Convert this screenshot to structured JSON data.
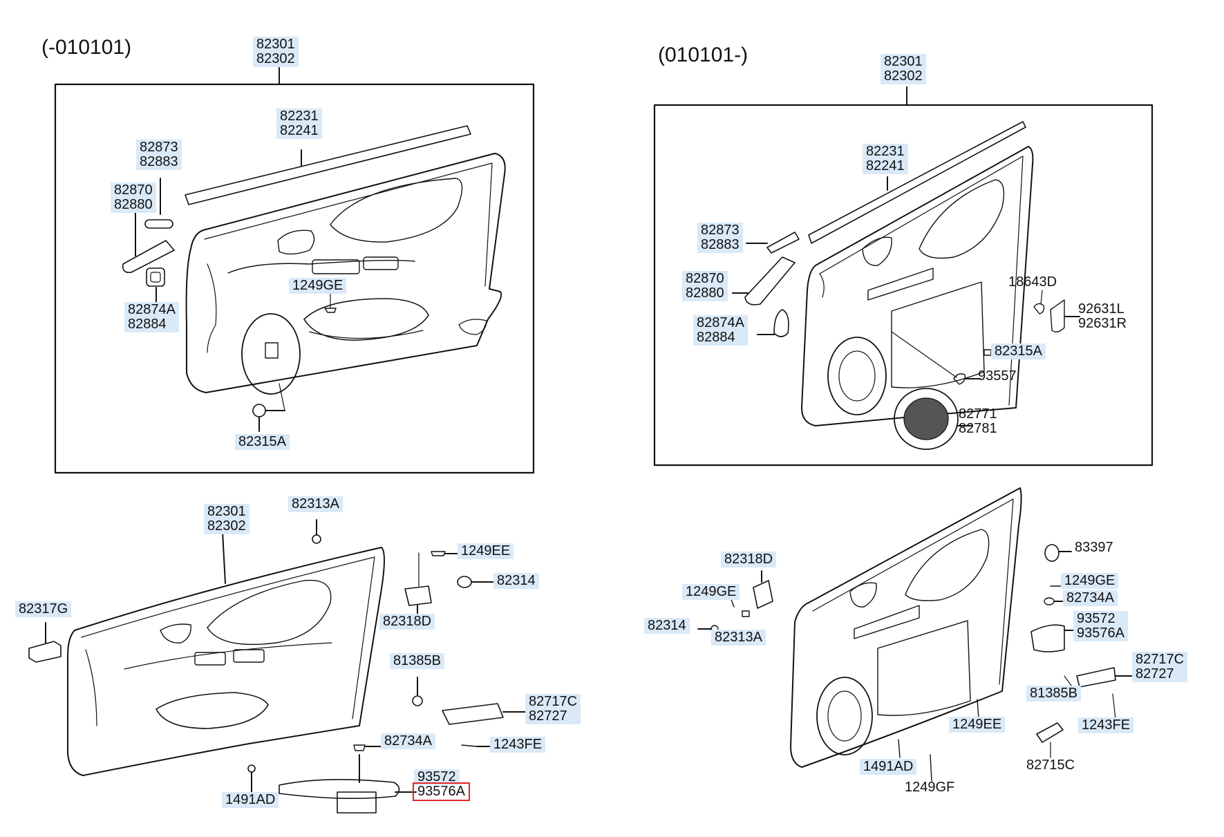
{
  "headers": {
    "left": "(-010101)",
    "right": "(010101-)"
  },
  "callouts": {
    "tl_82301": [
      "82301",
      "82302"
    ],
    "tl_82231": [
      "82231",
      "82241"
    ],
    "tl_82873": [
      "82873",
      "82883"
    ],
    "tl_82870": [
      "82870",
      "82880"
    ],
    "tl_1249ge": [
      "1249GE"
    ],
    "tl_82874a": [
      "82874A",
      "82884"
    ],
    "tl_82315a": [
      "82315A"
    ],
    "tr_82301": [
      "82301",
      "82302"
    ],
    "tr_82231": [
      "82231",
      "82241"
    ],
    "tr_82873": [
      "82873",
      "82883"
    ],
    "tr_82870": [
      "82870",
      "82880"
    ],
    "tr_82874a": [
      "82874A",
      "82884"
    ],
    "tr_18643d": [
      "18643D"
    ],
    "tr_92631": [
      "92631L",
      "92631R"
    ],
    "tr_82315a": [
      "82315A"
    ],
    "tr_93557": [
      "93557"
    ],
    "tr_82771": [
      "82771",
      "82781"
    ],
    "bl_82301": [
      "82301",
      "82302"
    ],
    "bl_82313a": [
      "82313A"
    ],
    "bl_1249ee": [
      "1249EE"
    ],
    "bl_82314": [
      "82314"
    ],
    "bl_82317g": [
      "82317G"
    ],
    "bl_82318d": [
      "82318D"
    ],
    "bl_81385b": [
      "81385B"
    ],
    "bl_82717c": [
      "82717C",
      "82727"
    ],
    "bl_82734a": [
      "82734A"
    ],
    "bl_1243fe": [
      "1243FE"
    ],
    "bl_1491ad": [
      "1491AD"
    ],
    "bl_93572": [
      "93572",
      "93576A"
    ],
    "br_82318d": [
      "82318D"
    ],
    "br_1249ge_l": [
      "1249GE"
    ],
    "br_82314": [
      "82314"
    ],
    "br_82313a": [
      "82313A"
    ],
    "br_83397": [
      "83397"
    ],
    "br_1249ge_r": [
      "1249GE"
    ],
    "br_82734a": [
      "82734A"
    ],
    "br_93572": [
      "93572",
      "93576A"
    ],
    "br_82717c": [
      "82717C",
      "82727"
    ],
    "br_81385b": [
      "81385B"
    ],
    "br_1243fe": [
      "1243FE"
    ],
    "br_1249ee": [
      "1249EE"
    ],
    "br_1491ad": [
      "1491AD"
    ],
    "br_1249gf": [
      "1249GF"
    ],
    "br_82715c": [
      "82715C"
    ]
  },
  "selected_callout": "93576A",
  "colors": {
    "label_bg": "#d9e9f7",
    "selection": "#e0262a",
    "line": "#111111"
  }
}
